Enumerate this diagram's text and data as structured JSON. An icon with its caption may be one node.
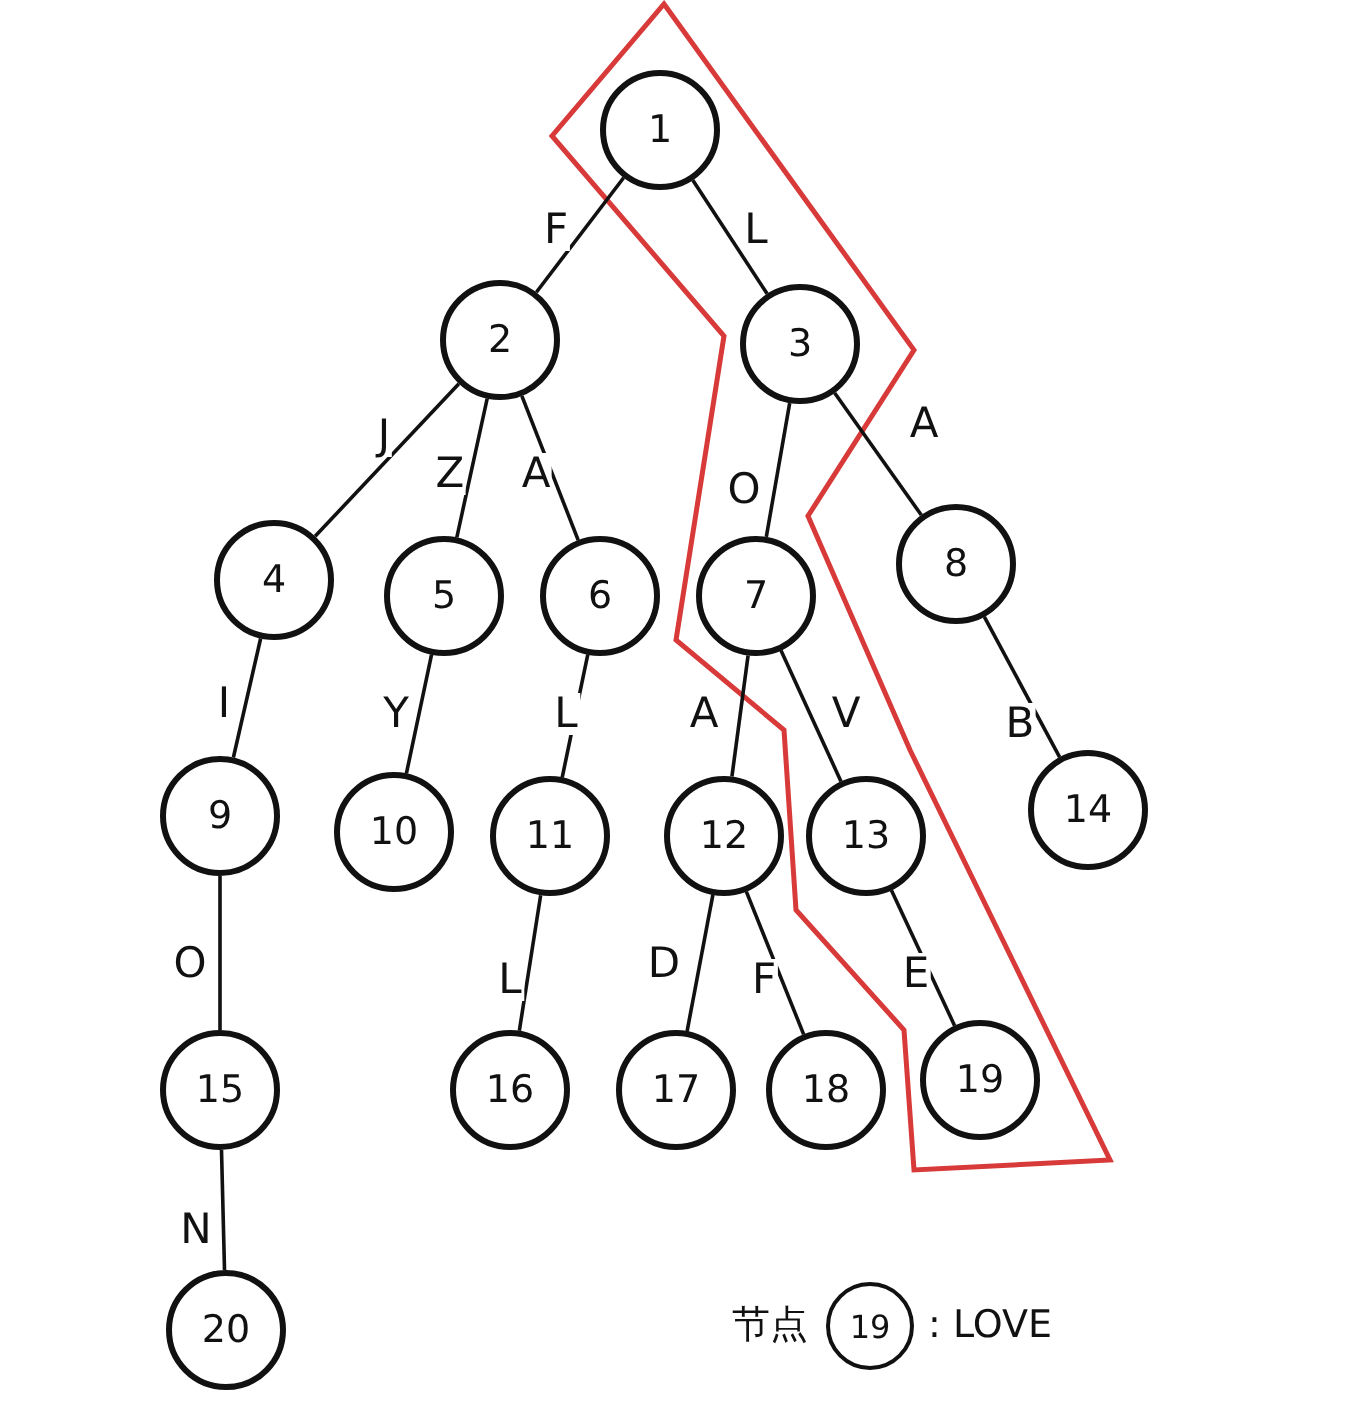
{
  "diagram": {
    "nodes": [
      {
        "text": [
          "1"
        ]
      },
      {
        "text": [
          "2"
        ]
      },
      {
        "text": [
          "3"
        ]
      },
      {
        "text": [
          "4"
        ]
      },
      {
        "text": [
          "5"
        ]
      },
      {
        "text": [
          "6"
        ]
      },
      {
        "text": [
          "7"
        ]
      },
      {
        "text": [
          "8"
        ]
      },
      {
        "text": [
          "9"
        ]
      },
      {
        "text": [
          "10"
        ]
      },
      {
        "text": [
          "11"
        ]
      },
      {
        "text": [
          "12"
        ]
      },
      {
        "text": [
          "13"
        ]
      },
      {
        "text": [
          "14"
        ]
      },
      {
        "text": [
          "15"
        ]
      },
      {
        "text": [
          "16"
        ]
      },
      {
        "text": [
          "17"
        ]
      },
      {
        "text": [
          "18"
        ]
      },
      {
        "text": [
          "19"
        ]
      },
      {
        "text": [
          "20"
        ]
      },
      {
        "text": [
          "19"
        ]
      }
    ],
    "edges": [
      {
        "from": 0,
        "to": 1,
        "arrow": "none",
        "label": "F"
      },
      {
        "from": 0,
        "to": 2,
        "arrow": "none",
        "label": "L"
      },
      {
        "from": 1,
        "to": 3,
        "arrow": "none",
        "label": "J"
      },
      {
        "from": 1,
        "to": 4,
        "arrow": "none",
        "label": "Z"
      },
      {
        "from": 1,
        "to": 5,
        "arrow": "none",
        "label": "A"
      },
      {
        "from": 2,
        "to": 6,
        "arrow": "none",
        "label": "O"
      },
      {
        "from": 2,
        "to": 7,
        "arrow": "none",
        "label": "A"
      },
      {
        "from": 3,
        "to": 8,
        "arrow": "none",
        "label": "I"
      },
      {
        "from": 4,
        "to": 9,
        "arrow": "none",
        "label": "Y"
      },
      {
        "from": 5,
        "to": 10,
        "arrow": "none",
        "label": "L"
      },
      {
        "from": 6,
        "to": 11,
        "arrow": "none",
        "label": "A"
      },
      {
        "from": 6,
        "to": 12,
        "arrow": "none",
        "label": "V"
      },
      {
        "from": 7,
        "to": 13,
        "arrow": "none",
        "label": "B"
      },
      {
        "from": 8,
        "to": 14,
        "arrow": "none",
        "label": "O"
      },
      {
        "from": 10,
        "to": 15,
        "arrow": "none",
        "label": "L"
      },
      {
        "from": 11,
        "to": 16,
        "arrow": "none",
        "label": "D"
      },
      {
        "from": 11,
        "to": 17,
        "arrow": "none",
        "label": "F"
      },
      {
        "from": 12,
        "to": 18,
        "arrow": "none",
        "label": "E"
      },
      {
        "from": 14,
        "to": 19,
        "arrow": "none",
        "label": "N"
      }
    ],
    "labels": [
      "节点",
      ": LOVE"
    ]
  }
}
